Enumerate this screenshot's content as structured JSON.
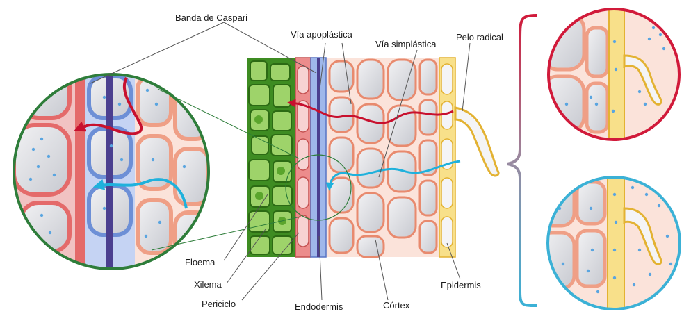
{
  "labels": {
    "banda_caspari": "Banda de Caspari",
    "via_apoplastica": "Vía apoplástica",
    "via_simplastica": "Vía simplástica",
    "pelo_radical": "Pelo radical",
    "floema": "Floema",
    "xilema": "Xilema",
    "periciclo": "Periciclo",
    "endodermis": "Endodermis",
    "cortex": "Córtex",
    "epidermis": "Epidermis"
  },
  "colors": {
    "apoplast_path": "#c8102e",
    "symplast_path": "#1fb1dc",
    "phloem_green": "#4a9a2a",
    "xylem_green": "#2f7a1c",
    "pericycle_red": "#e46a6a",
    "endodermis_blue": "#6d8fd6",
    "caspari_band": "#4b3f8f",
    "cortex_wall": "#ef9f86",
    "epidermis_yellow": "#f5cf5a",
    "magnifier_border": "#2e7d3a",
    "top_circle_border": "#d11a3a",
    "bottom_circle_border": "#3bb1d6"
  },
  "icons": {
    "apoplast_arrow": "red-arrow-icon",
    "symplast_arrow": "blue-arrow-icon"
  }
}
